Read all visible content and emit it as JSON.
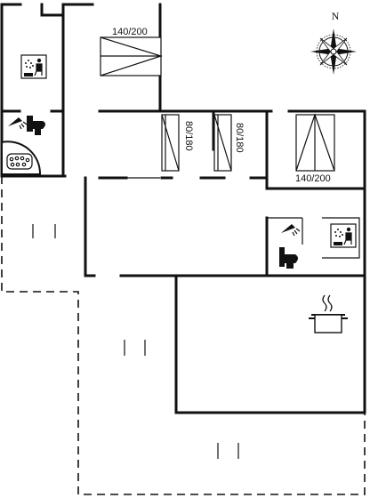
{
  "beds": [
    {
      "id": "bed-1",
      "label": "140/200"
    },
    {
      "id": "bed-2",
      "label": "80/180"
    },
    {
      "id": "bed-3",
      "label": "80/180"
    },
    {
      "id": "bed-4",
      "label": "140/200"
    }
  ],
  "compass": {
    "north_label": "N"
  },
  "icons": {
    "sauna": "sauna-icon",
    "shower": "shower-icon",
    "toilet": "toilet-icon",
    "hot_tub": "hot-tub-icon",
    "kitchen": "cooking-pot-icon",
    "terrace": "terrace-marker-icon"
  },
  "colors": {
    "line": "#111111",
    "background": "#ffffff"
  }
}
